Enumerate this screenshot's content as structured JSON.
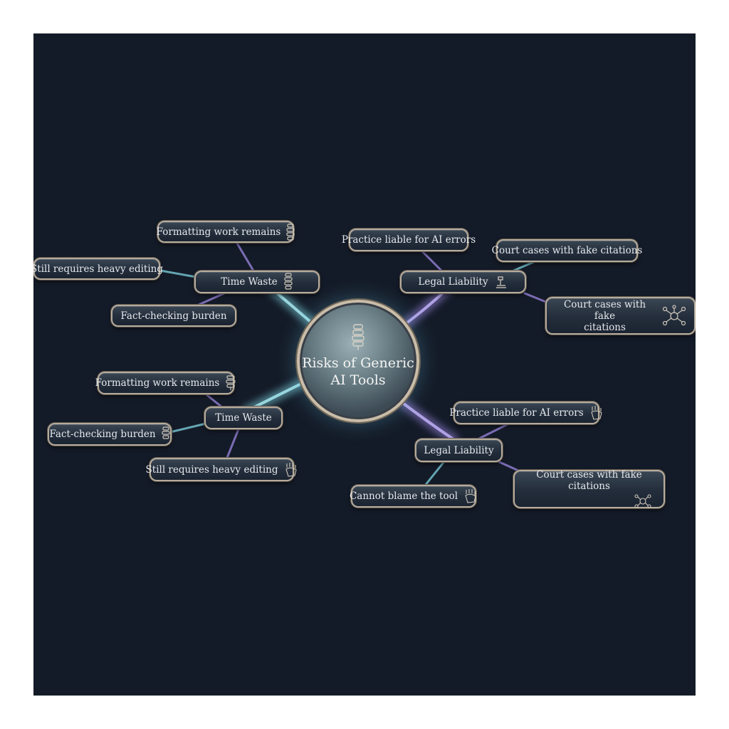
{
  "center": {
    "title_line1": "Risks of Generic",
    "title_line2": "AI Tools",
    "icon": "spine-icon"
  },
  "branches": [
    {
      "label": "Time Waste",
      "icon": "spine-icon",
      "children": [
        {
          "label": "Formatting work remains",
          "icon": "spine-icon"
        },
        {
          "label": "Still requires heavy editing"
        },
        {
          "label": "Fact-checking burden"
        }
      ]
    },
    {
      "label": "Legal Liability",
      "icon": "gavel-icon",
      "children": [
        {
          "label": "Practice liable for AI errors"
        },
        {
          "label": "Court cases with fake citations"
        },
        {
          "label_line1": "Court cases with fake",
          "label_line2": "citations",
          "icon": "network-icon"
        }
      ]
    },
    {
      "label": "Time Waste",
      "children": [
        {
          "label": "Formatting work remains",
          "icon": "spine-icon"
        },
        {
          "label": "Fact-checking burden",
          "icon": "spine-icon"
        },
        {
          "label": "Still requires heavy editing",
          "icon": "hand-bones-icon"
        }
      ]
    },
    {
      "label": "Legal Liability",
      "children": [
        {
          "label": "Practice liable for AI errors",
          "icon": "hand-bones-icon"
        },
        {
          "label": "Cannot blame the tool",
          "icon": "hand-bones-icon"
        },
        {
          "label": "Court cases with fake citations",
          "icon": "network-icon"
        }
      ]
    }
  ],
  "colors": {
    "background": "#141b28",
    "glow_cyan": "#7fd8e6",
    "glow_violet": "#a58be8",
    "frame": "#b6ab9c"
  }
}
